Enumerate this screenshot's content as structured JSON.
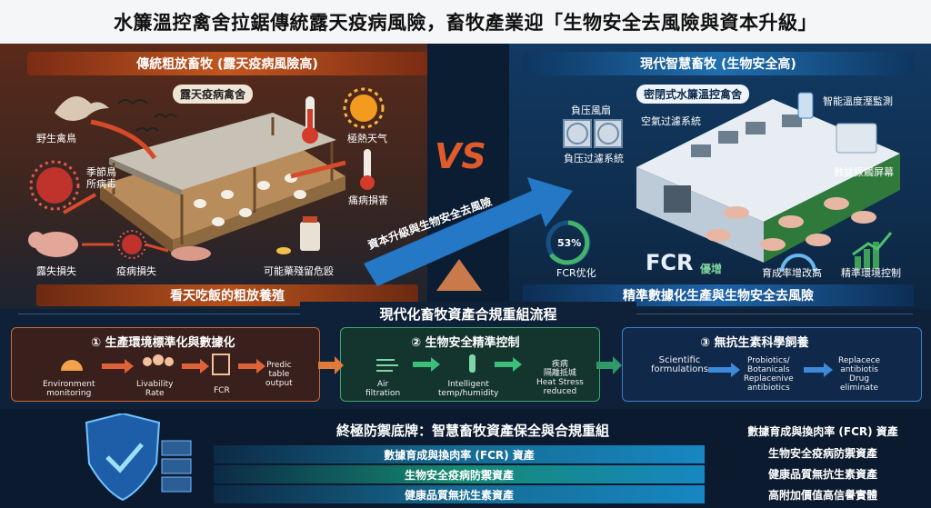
{
  "title": "水簾溫控禽舍拉鋸傳統露天疫病風險，畜牧產業迎「生物安全去風險與資本升級」",
  "left_panel": {
    "banner": "傳統粗放畜牧 (露天疫病風險高)",
    "house_tag": "露天疫病禽舍",
    "labels": {
      "wild_birds": "野生禽鳥",
      "heat": "極熱天气",
      "migratory_virus": "季節鳥\n所病毒",
      "disease_harm": "痛病損害",
      "loss": "露失損失",
      "disease_loss": "疫病損失",
      "drug_residue": "可能藥殘留危殴"
    },
    "footer": "看天吃飯的粗放養殖",
    "colors": {
      "accent": "#c4561f",
      "bg": "#5a2a1a"
    }
  },
  "vs": "VS",
  "center_arrow": "資本升級與生物安全去風險",
  "right_panel": {
    "banner": "現代智慧畜牧 (生物安全高)",
    "house_tag": "密閉式水簾溫控禽舍",
    "labels": {
      "negative_fan": "負压風扇",
      "air_filter": "空氣过濾系統",
      "negative_filter": "負压过濾系統",
      "smart_monitor": "智能溫度溼監測",
      "data_screen": "數據揼觸屏幕",
      "fcr_pct": "53%",
      "fcr_opt": "FCR优化",
      "fcr_big": "FCR",
      "fcr_big_sub": "優增",
      "growth": "育成率增改高",
      "precision": "精準環境控制"
    },
    "footer": "精準數據化生產與生物安全去風險",
    "colors": {
      "accent": "#1f6fb0",
      "bg": "#123a63"
    }
  },
  "process": {
    "title": "現代化畜牧資產合規重組流程",
    "boxes": [
      {
        "head": "① 生產環境標準化與數據化",
        "steps": [
          "Environment\nmonitoring",
          "Livability\nRate",
          "FCR",
          "Predic\ntable\noutput"
        ],
        "color": "#c86a3c"
      },
      {
        "head": "② 生物安全精準控制",
        "steps": [
          "Air\nfiltration",
          "Intelligent\ntemp/humidity",
          "疾病\n隔離抵城\nHeat Stress\nreduced"
        ],
        "color": "#3aa870"
      },
      {
        "head": "③ 無抗生素科學飼養",
        "steps": [
          "Scientific\nformulations",
          "Probiotics/\nBotanicals\nReplacenive\nantibiotics",
          "Replacece\nantibiotis\nDrug\neliminate"
        ],
        "color": "#3d7fc8"
      }
    ]
  },
  "bottom": {
    "title": "終極防禦底牌：智慧畜牧資產保全與合規重組",
    "bars": [
      "數據育成與換肉率 (FCR) 資產",
      "生物安全疫病防禦資產",
      "健康品質無抗生素資產"
    ],
    "right_list": [
      "數據育成與換肉率 (FCR) 資產",
      "生物安全疫病防禦資產",
      "健康品質無抗生素資產",
      "高附加價值高信譽實體"
    ]
  }
}
